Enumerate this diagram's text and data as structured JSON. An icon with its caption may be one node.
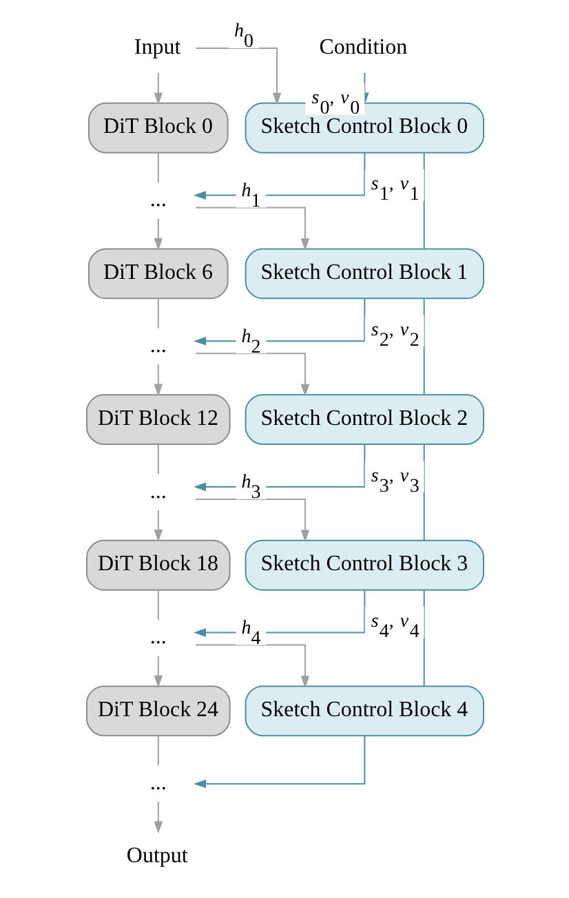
{
  "diagram": {
    "nodes": [
      {
        "text": [
          "Input"
        ]
      },
      {
        "text": [
          "Condition"
        ]
      },
      {
        "text": [
          "DiT Block 0"
        ]
      },
      {
        "text": [
          "Sketch Control Block 0"
        ]
      },
      {
        "text": [
          "..."
        ]
      },
      {
        "text": [
          "DiT Block 6"
        ]
      },
      {
        "text": [
          "Sketch Control Block 1"
        ]
      },
      {
        "text": [
          "..."
        ]
      },
      {
        "text": [
          "DiT Block 12"
        ]
      },
      {
        "text": [
          "Sketch Control Block 2"
        ]
      },
      {
        "text": [
          "..."
        ]
      },
      {
        "text": [
          "DiT Block 18"
        ]
      },
      {
        "text": [
          "Sketch Control Block 3"
        ]
      },
      {
        "text": [
          "..."
        ]
      },
      {
        "text": [
          "DiT Block 24"
        ]
      },
      {
        "text": [
          "Sketch Control Block 4"
        ]
      },
      {
        "text": [
          "..."
        ]
      },
      {
        "text": [
          "Output"
        ]
      }
    ],
    "edges": [
      {
        "from": 0,
        "to": 2,
        "arrow": "to"
      },
      {
        "from": 0,
        "to": 3,
        "arrow": "to",
        "label": "*h*$_{0}$"
      },
      {
        "from": 1,
        "to": 3,
        "arrow": "to",
        "label": "*s*$_{0}$, *v*$_{0}$",
        "color": "#4a8fa3"
      },
      {
        "from": 2,
        "to": 4,
        "arrow": "none"
      },
      {
        "from": 3,
        "to": 4,
        "arrow": "to",
        "color": "#4a8fa3"
      },
      {
        "from": 4,
        "to": 5,
        "arrow": "to"
      },
      {
        "from": 4,
        "to": 6,
        "arrow": "to",
        "label": "*h*$_{1}$"
      },
      {
        "from": 3,
        "to": 6,
        "arrow": "none",
        "label": "*s*$_{1}$, *v*$_{1}$",
        "color": "#4a8fa3"
      },
      {
        "from": 5,
        "to": 7,
        "arrow": "none"
      },
      {
        "from": 6,
        "to": 7,
        "arrow": "to",
        "color": "#4a8fa3"
      },
      {
        "from": 7,
        "to": 8,
        "arrow": "to"
      },
      {
        "from": 7,
        "to": 9,
        "arrow": "to",
        "label": "*h*$_{2}$"
      },
      {
        "from": 6,
        "to": 9,
        "arrow": "none",
        "label": "*s*$_{2}$, *v*$_{2}$",
        "color": "#4a8fa3"
      },
      {
        "from": 8,
        "to": 10,
        "arrow": "none"
      },
      {
        "from": 9,
        "to": 10,
        "arrow": "to",
        "color": "#4a8fa3"
      },
      {
        "from": 10,
        "to": 11,
        "arrow": "to"
      },
      {
        "from": 10,
        "to": 12,
        "arrow": "to",
        "label": "*h*$_{3}$"
      },
      {
        "from": 9,
        "to": 12,
        "arrow": "none",
        "label": "*s*$_{3}$, *v*$_{3}$",
        "color": "#4a8fa3"
      },
      {
        "from": 11,
        "to": 13,
        "arrow": "none"
      },
      {
        "from": 12,
        "to": 13,
        "arrow": "to",
        "color": "#4a8fa3"
      },
      {
        "from": 13,
        "to": 14,
        "arrow": "to"
      },
      {
        "from": 13,
        "to": 15,
        "arrow": "to",
        "label": "*h*$_{4}$"
      },
      {
        "from": 12,
        "to": 15,
        "arrow": "none",
        "label": "*s*$_{4}$, *v*$_{4}$",
        "color": "#4a8fa3"
      },
      {
        "from": 14,
        "to": 16,
        "arrow": "none"
      },
      {
        "from": 15,
        "to": 16,
        "arrow": "to",
        "color": "#4a8fa3"
      },
      {
        "from": 16,
        "to": 17,
        "arrow": "to"
      }
    ]
  }
}
